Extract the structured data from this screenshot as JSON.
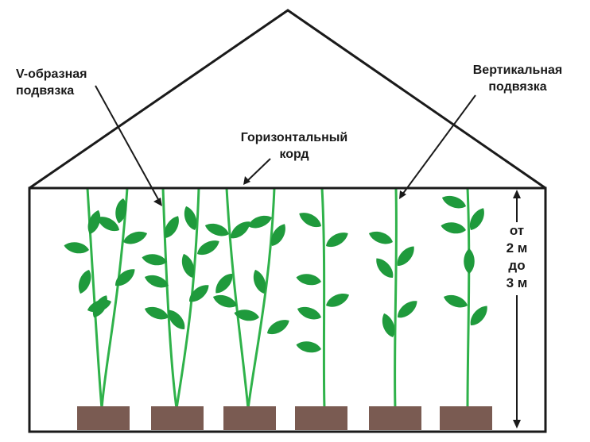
{
  "labels": {
    "v_tie_line1": "V-образная",
    "v_tie_line2": "подвязка",
    "horizontal_cord_line1": "Горизонтальный",
    "horizontal_cord_line2": "корд",
    "vertical_tie_line1": "Вертикальная",
    "vertical_tie_line2": "подвязка",
    "height_line1": "от",
    "height_line2": "2 м",
    "height_line3": "до",
    "height_line4": "3 м"
  },
  "colors": {
    "outline": "#1a1a1a",
    "stem": "#2fb24a",
    "leaf": "#1f9a3c",
    "pot": "#7a5b52"
  },
  "plant_count": 6,
  "pot_count": 6
}
